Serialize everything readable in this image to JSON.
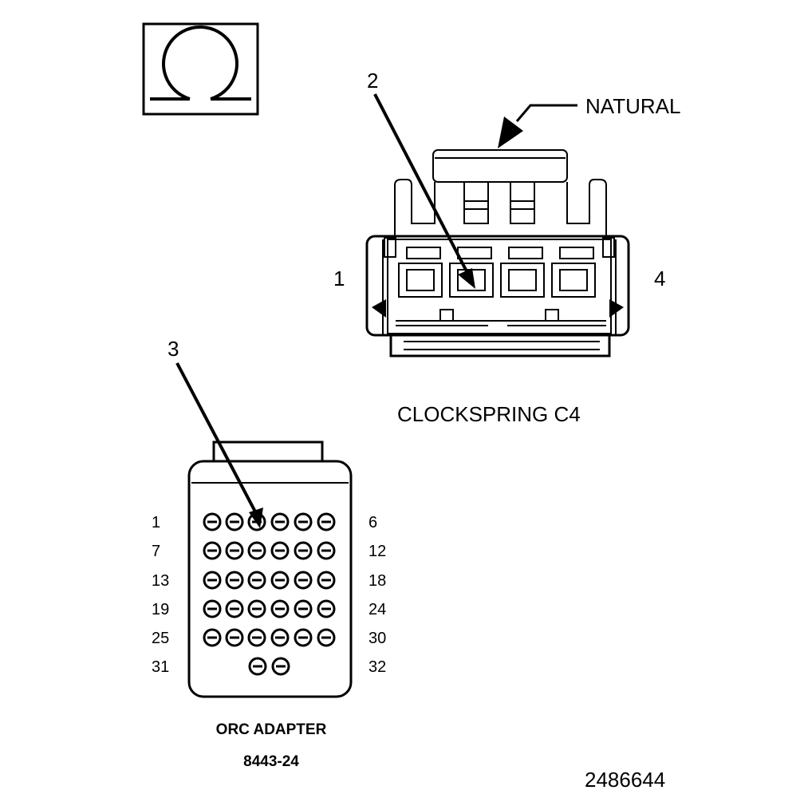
{
  "ohm_symbol": "Ω",
  "callouts": {
    "c2": "2",
    "c3": "3"
  },
  "clockspring": {
    "color_label": "NATURAL",
    "pin_left": "1",
    "pin_right": "4",
    "title": "CLOCKSPRING C4"
  },
  "orc_adapter": {
    "row_labels_left": [
      "1",
      "7",
      "13",
      "19",
      "25",
      "31"
    ],
    "row_labels_right": [
      "6",
      "12",
      "18",
      "24",
      "30",
      "32"
    ],
    "pins_per_row": [
      6,
      6,
      6,
      6,
      6,
      2
    ],
    "title": "ORC ADAPTER",
    "part_number": "8443-24"
  },
  "figure_id": "2486644"
}
